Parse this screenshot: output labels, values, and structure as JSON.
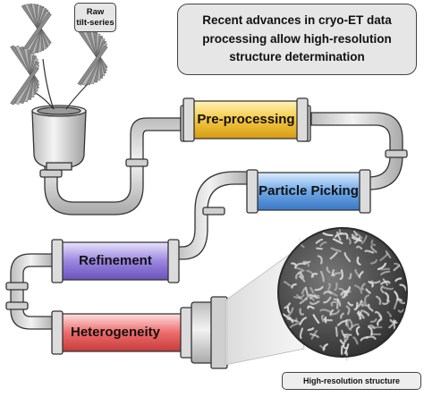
{
  "title": {
    "lines": [
      "Recent advances in cryo-ET data",
      "processing allow high-resolution",
      "structure determination"
    ]
  },
  "input": {
    "lines": [
      "Raw",
      "tilt-series"
    ]
  },
  "steps": [
    {
      "label": "Pre-processing",
      "color": "#f5c842"
    },
    {
      "label": "Particle Picking",
      "color": "#6fa8e8"
    },
    {
      "label": "Refinement",
      "color": "#9b86e0"
    },
    {
      "label": "Heterogeneity",
      "color": "#ef6b6b"
    }
  ],
  "output": {
    "label": "High-resolution structure"
  },
  "colors": {
    "pipe": "#d6d6d6",
    "pipe_stroke": "#333333",
    "density": "#3a3a3a"
  }
}
